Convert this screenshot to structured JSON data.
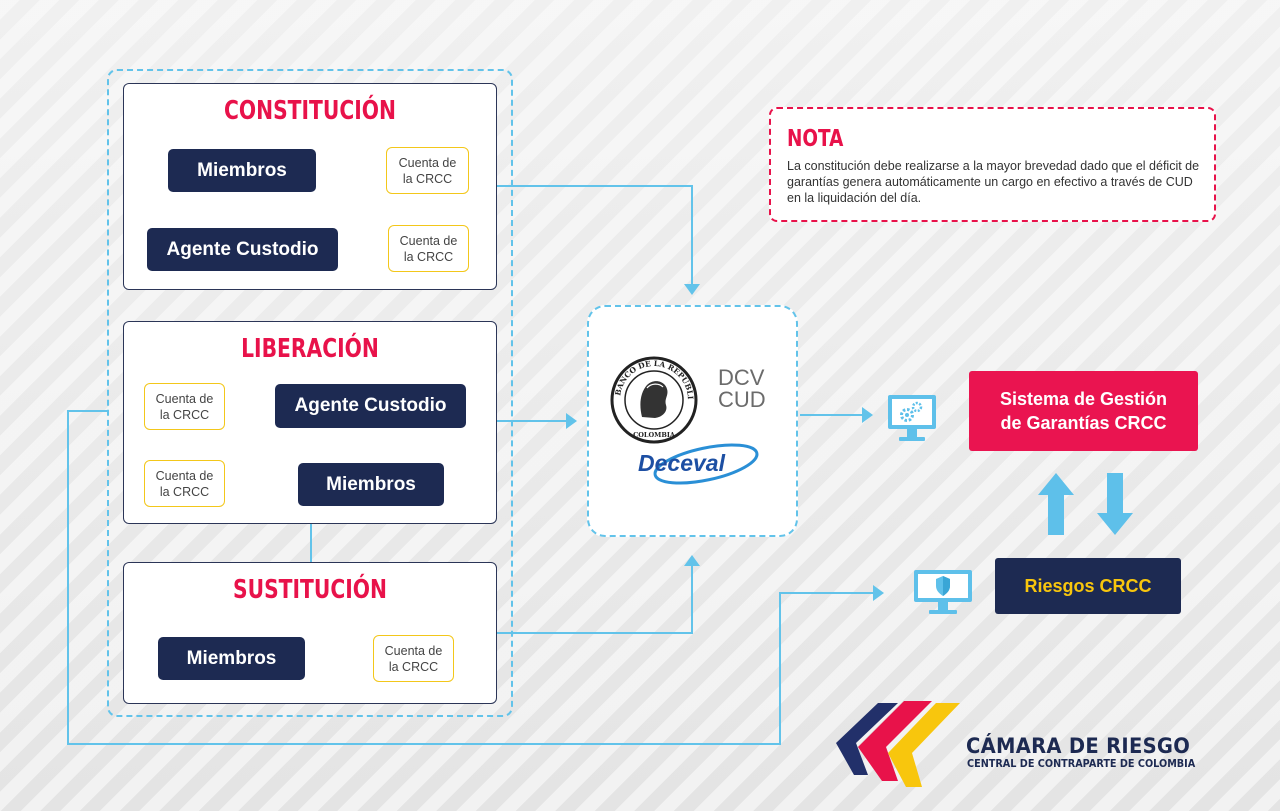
{
  "constitucion": {
    "title": "CONSTITUCIÓN",
    "miembros": "Miembros",
    "agente": "Agente Custodio",
    "cuenta_1": "Cuenta de\nla CRCC",
    "cuenta_2": "Cuenta de\nla CRCC"
  },
  "liberacion": {
    "title": "LIBERACIÓN",
    "agente": "Agente Custodio",
    "miembros": "Miembros",
    "cuenta_1": "Cuenta de\nla CRCC",
    "cuenta_2": "Cuenta de\nla CRCC"
  },
  "sustitucion": {
    "title": "SUSTITUCIÓN",
    "miembros": "Miembros",
    "cuenta": "Cuenta de\nla CRCC"
  },
  "entities": {
    "banco_ring": "BANCO DE LA REPUBLICA",
    "banco_bottom": "COLOMBIA",
    "dcv": "DCV",
    "cud": "CUD",
    "deceval": "Deceval"
  },
  "nota": {
    "title": "NOTA",
    "text": "La constitución debe realizarse a la mayor brevedad dado que el déficit de garantías genera automáticamente un cargo en efectivo a través de CUD en la liquidación del día."
  },
  "sistema": {
    "label": "Sistema de Gestión de Garantías CRCC"
  },
  "riesgos": {
    "label": "Riesgos CRCC"
  },
  "brand": {
    "name": "CÁMARA DE RIESGO",
    "tagline": "CENTRAL DE CONTRAPARTE DE COLOMBIA"
  },
  "colors": {
    "accent_red": "#e8124a",
    "navy": "#1d2a52",
    "cyan": "#62c3ea",
    "yellow": "#f3c71a"
  }
}
